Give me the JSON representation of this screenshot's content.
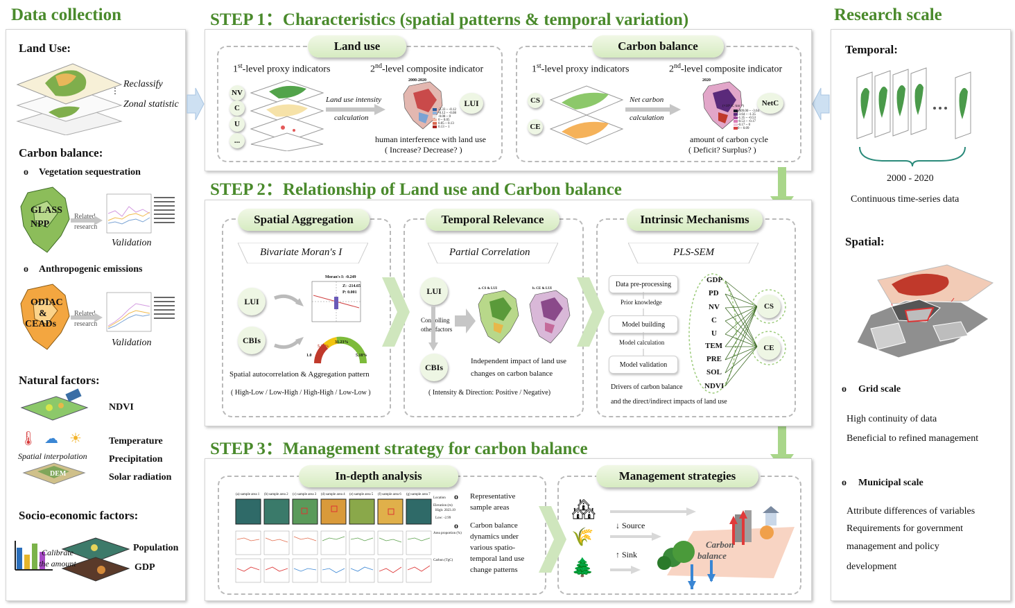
{
  "headers": {
    "data_collection": "Data collection",
    "step1": "STEP 1：Characteristics (spatial patterns & temporal variation)",
    "step2": "STEP 2：Relationship of Land use and Carbon balance",
    "step3": "STEP 3：Management strategy for carbon balance",
    "research_scale": "Research scale"
  },
  "left": {
    "land_use": "Land Use:",
    "reclassify": "Reclassify",
    "dots": "⋮",
    "zonal": "Zonal statistic",
    "carbon_balance": "Carbon balance:",
    "veg_seq": "Vegetation sequestration",
    "glass": "GLASS",
    "npp": "NPP",
    "related1": "Related",
    "research1": "research",
    "validation1": "Validation",
    "anthro": "Anthropogenic emissions",
    "odiac": "ODIAC",
    "amp": "&",
    "ceads": "CEADs",
    "related2": "Related",
    "research2": "research",
    "validation2": "Validation",
    "natural": "Natural factors:",
    "ndvi": "NDVI",
    "spatial_interp": "Spatial interpolation",
    "dem": "DEM",
    "temperature": "Temperature",
    "precipitation": "Precipitation",
    "solar": "Solar radiation",
    "socio": "Socio-economic factors:",
    "calibrate": "Calibrate",
    "the_amount": "the amount",
    "population": "Population",
    "gdp": "GDP"
  },
  "step1": {
    "land_use_pill": "Land use",
    "carbon_pill": "Carbon balance",
    "lu_first_pre": "1",
    "lu_first_sup": "st",
    "lu_first_post": "-level proxy indicators",
    "lu_second_pre": "2",
    "lu_second_sup": "nd",
    "lu_second_post": "-level composite indicator",
    "lu_indicators": [
      "NV",
      "C",
      "U",
      "..."
    ],
    "lu_arrow1": "Land use intensity",
    "lu_arrow2": "calculation",
    "lu_year": "2000-2020",
    "lu_legend": [
      "-2.33 ~ -0.12",
      "-0.12 ~ -0.08",
      "-0.08 ~ 0",
      "0 ~ 0.05",
      "0.05 ~ 0.13",
      "0.13 ~ 1"
    ],
    "lui": "LUI",
    "lu_caption1": "human interference with land use",
    "lu_caption2": "( Increase?   Decrease? )",
    "cb_first_pre": "1",
    "cb_first_sup": "st",
    "cb_first_post": "-level proxy indicators",
    "cb_second_pre": "2",
    "cb_second_sup": "nd",
    "cb_second_post": "-level composite indicator",
    "cb_indicators": [
      "CS",
      "CE"
    ],
    "cb_arrow1": "Net carbon",
    "cb_arrow2": "calculation",
    "cb_year": "2020",
    "cb_unit": "(×10⁶ tC·km⁻²)",
    "cb_legend": [
      "-409.00 ~ -3.64",
      "-3.64 ~ -1.35",
      "-1.35 ~ -0.53",
      "-0.53 ~ -0.17",
      "-0.17 ~ 0",
      "0 ~ 0.09"
    ],
    "netc": "NetC",
    "cb_caption1": "amount of carbon cycle",
    "cb_caption2": "( Deficit?   Surplus? )"
  },
  "step2": {
    "pill1": "Spatial Aggregation",
    "pill2": "Temporal Relevance",
    "pill3": "Intrinsic Mechanisms",
    "method1": "Bivariate Moran's I",
    "method2": "Partial Correlation",
    "method3": "PLS-SEM",
    "lui1": "LUI",
    "cbis1": "CBIs",
    "moran_title": "Moran's I: -0.249",
    "moran_z": "Z: -214.65",
    "moran_p": "P: 0.001",
    "gauge_a": "5.36%",
    "gauge_b": "31.23%",
    "gauge_c": "1.0",
    "gauge_d": "5.18%",
    "sa_caption1": "Spatial autocorrelation & Aggregation pattern",
    "sa_caption2": "( High-Low / Low-High / High-High / Low-Low )",
    "lui2": "LUI",
    "controlling1": "Controlling",
    "controlling2": "other factors",
    "cbis2": "CBIs",
    "map_a": "a. CS & LUI",
    "map_b": "b. CE & LUI",
    "tr_caption1": "Independent impact of land use",
    "tr_caption2": "changes on carbon balance",
    "tr_caption3": "( Intensity & Direction: Positive / Negative)",
    "sem_steps": [
      "Data pre-processing",
      "Prior knowledge",
      "Model building",
      "Model calculation",
      "Model validation"
    ],
    "sem_vars": [
      "GDP",
      "PD",
      "NV",
      "C",
      "U",
      "TEM",
      "PRE",
      "SOL",
      "NDVI"
    ],
    "sem_out": [
      "CS",
      "CE"
    ],
    "im_caption1": "Drivers of carbon balance",
    "im_caption2": "and the direct/indirect impacts of land use"
  },
  "step3": {
    "pill1": "In-depth analysis",
    "pill2": "Management strategies",
    "sample_labels": [
      "(a) sample area 1",
      "(b) sample area 2",
      "(c) sample area 3",
      "(d) sample area 4",
      "(e) sample area 5",
      "(f) sample area 6",
      "(g) sample area 7"
    ],
    "legend_location": "Location",
    "legend_elev": "Elevation (m)",
    "legend_high": "High: 2023.19",
    "legend_low": "Low: -2.99",
    "legend_area": "Area proportion (%)",
    "legend_carbon": "Carbon (TgC)",
    "bullet1a": "Representative",
    "bullet1b": "sample areas",
    "bullet2": [
      "Carbon balance",
      "dynamics under",
      "various spatio-",
      "temporal land use",
      "change patterns"
    ],
    "source": "↓ Source",
    "sink": "↑ Sink",
    "carbon_word": "Carbon",
    "balance_word": "balance"
  },
  "right": {
    "temporal": "Temporal:",
    "years": "2000 - 2020",
    "continuous": "Continuous time-series data",
    "spatial": "Spatial:",
    "grid": "Grid scale",
    "grid1": "High continuity of data",
    "grid2": "Beneficial to refined management",
    "municipal": "Municipal scale",
    "mun1": "Attribute differences of variables",
    "mun2": "Requirements for government",
    "mun3": "management and policy",
    "mun4": "development"
  },
  "colors": {
    "header_green": "#4a8a2c",
    "pill_green": "#d6ebc1",
    "arrow_green": "#a9d68a",
    "arrow_blue": "#c5dcf0"
  }
}
